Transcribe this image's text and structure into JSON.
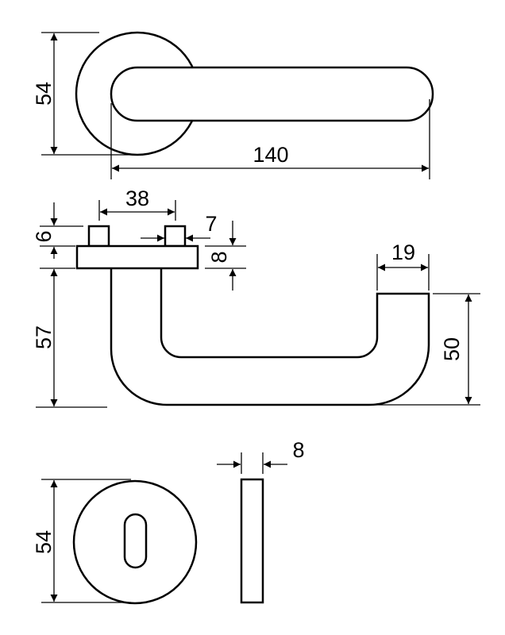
{
  "drawing": {
    "top_view": {
      "height_label": "54",
      "length_label": "140"
    },
    "side_view": {
      "pin_spacing_label": "38",
      "pin_height_label": "6",
      "pin_width_label": "7",
      "plate_thickness_label": "8",
      "projection_label": "57",
      "grip_width_label": "19",
      "grip_height_label": "50"
    },
    "escutcheon": {
      "diameter_label": "54",
      "thickness_label": "8"
    }
  }
}
